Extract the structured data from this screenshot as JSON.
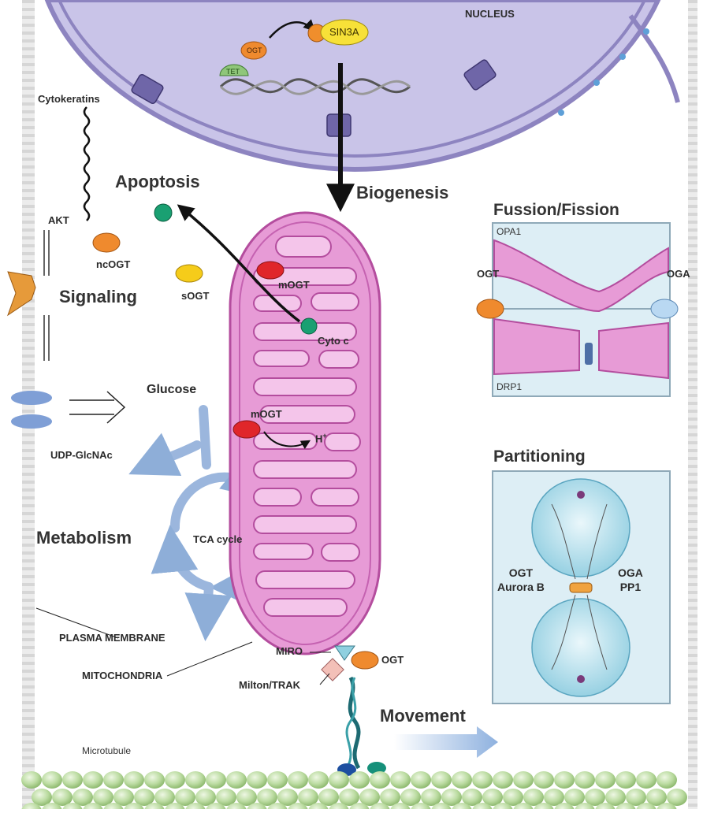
{
  "labels": {
    "nucleus": "NUCLEUS",
    "cytokeratins": "Cytokeratins",
    "akt": "AKT",
    "ncogt": "ncOGT",
    "sogt": "sOGT",
    "apoptosis": "Apoptosis",
    "biogenesis": "Biogenesis",
    "signaling": "Signaling",
    "glucose": "Glucose",
    "udp_glcnac": "UDP-GlcNAc",
    "metabolism": "Metabolism",
    "tca_cycle": "TCA cycle",
    "plasma_membrane": "PLASMA MEMBRANE",
    "mitochondria": "MITOCHONDRIA",
    "mogt_top": "mOGT",
    "cyto_c": "Cyto c",
    "mogt_mid": "mOGT",
    "h_plus": "H",
    "h_plus_sup": "+",
    "miro": "MIRO",
    "milton": "Milton/TRAK",
    "ogt_bottom": "OGT",
    "movement": "Movement",
    "microtubule": "Microtubule",
    "tet": "TET",
    "ogt_nuclear": "OGT",
    "sin3a": "SIN3A"
  },
  "fusion": {
    "title": "Fussion/Fission",
    "opa1": "OPA1",
    "drp1": "DRP1",
    "ogt": "OGT",
    "oga": "OGA"
  },
  "partitioning": {
    "title": "Partitioning",
    "left_line1": "OGT",
    "left_line2": "Aurora B",
    "right_line1": "OGA",
    "right_line2": "PP1"
  },
  "colors": {
    "nucleus_fill": "#c9c4e8",
    "nucleus_membrane": "#8d84c0",
    "mito_fill": "#e79bd6",
    "mito_stroke": "#b44d9e",
    "ogt_orange": "#ef8a2e",
    "mogt_red": "#e0262a",
    "sogt_yellow": "#f5cc1a",
    "cyto_green": "#1aa072",
    "oga_blue": "#b9d8f2",
    "tca_blue": "#8eaed8",
    "panel_bg": "#ddeef5",
    "microtubule_green": "#b6d89a"
  }
}
